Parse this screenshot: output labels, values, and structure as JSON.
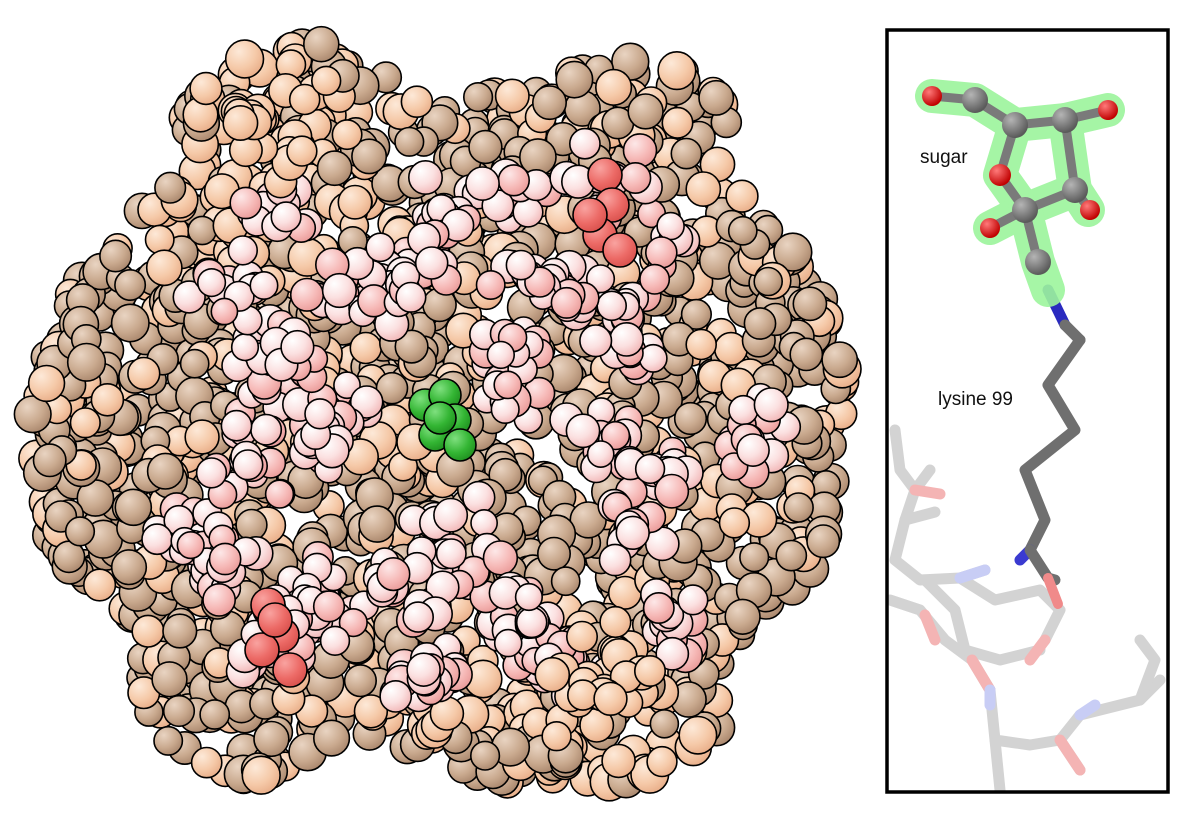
{
  "labels": {
    "sugar": "sugar",
    "residue": "lysine 99"
  },
  "colors": {
    "background": "#ffffff",
    "atom_light_pink": "#fbe0e0",
    "atom_pink": "#f6b9b7",
    "atom_peach": "#f5c9a8",
    "atom_tan": "#c9a98e",
    "highlight_red": "#ec6a66",
    "highlight_green": "#33b533",
    "sugar_glow": "#9cf59c",
    "carbon": "#707070",
    "oxygen": "#e00000",
    "nitrogen": "#2020c0",
    "faded_backbone": "#d0d0d0",
    "panel_border": "#000000"
  },
  "icons": [
    "protein-surface",
    "sugar-molecule",
    "lysine-sidechain",
    "backbone-fragment"
  ]
}
